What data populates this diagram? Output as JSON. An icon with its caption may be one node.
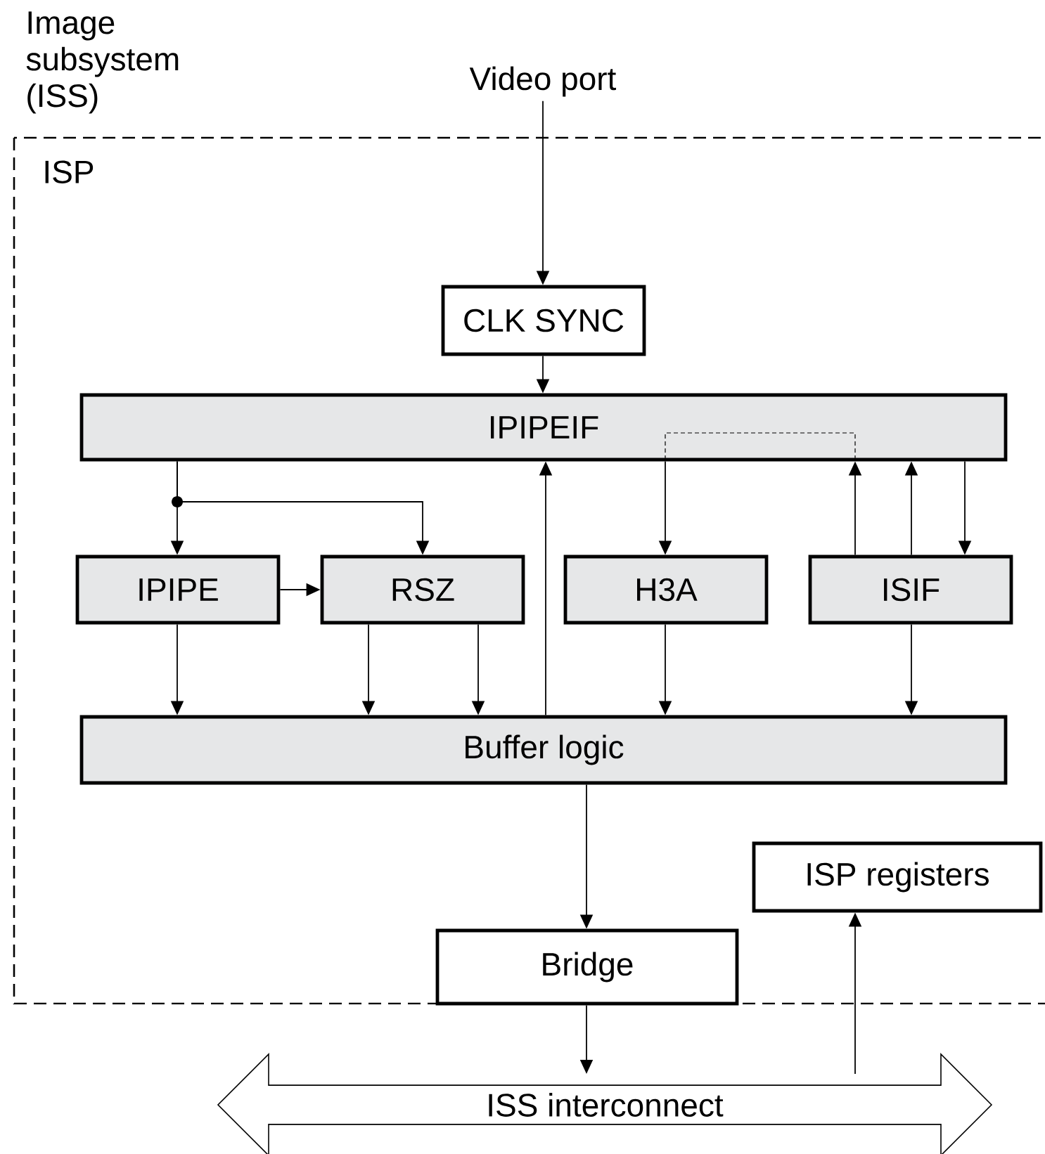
{
  "diagram": {
    "nodes": [
      {
        "text": [
          "ISP"
        ]
      },
      {
        "text": [
          "Video port"
        ]
      },
      {
        "text": [
          "CLK SYNC"
        ],
        "in": 0
      },
      {
        "text": [
          "IPIPEIF"
        ],
        "in": 0
      },
      {
        "text": [
          "IPIPE"
        ],
        "in": 0
      },
      {
        "text": [
          "RSZ"
        ],
        "in": 0
      },
      {
        "text": [
          "H3A"
        ],
        "in": 0
      },
      {
        "text": [
          "ISIF"
        ],
        "in": 0
      },
      {
        "text": [
          "Buffer logic"
        ],
        "in": 0
      },
      {
        "text": [
          "ISP registers"
        ],
        "in": 0
      },
      {
        "text": [
          "Bridge"
        ],
        "in": 0
      },
      {
        "text": [
          "ISS interconnect"
        ]
      }
    ],
    "edges": [
      {
        "from": 1,
        "to": 2,
        "arrow": "to"
      },
      {
        "from": 2,
        "to": 3,
        "arrow": "to"
      },
      {
        "from": 3,
        "to": 4,
        "arrow": "to"
      },
      {
        "from": 3,
        "to": 5,
        "arrow": "to"
      },
      {
        "from": 4,
        "to": 5,
        "arrow": "to"
      },
      {
        "from": 4,
        "to": 8,
        "arrow": "to"
      },
      {
        "from": 5,
        "to": 8,
        "arrow": "to"
      },
      {
        "from": 5,
        "to": 8,
        "arrow": "to"
      },
      {
        "from": 8,
        "to": 3,
        "arrow": "to"
      },
      {
        "from": 3,
        "to": 6,
        "arrow": "to"
      },
      {
        "from": 7,
        "to": 3,
        "arrow": "to"
      },
      {
        "from": 7,
        "to": 3,
        "arrow": "to"
      },
      {
        "from": 3,
        "to": 7,
        "arrow": "to"
      },
      {
        "from": 6,
        "to": 8,
        "arrow": "to"
      },
      {
        "from": 7,
        "to": 8,
        "arrow": "to"
      },
      {
        "from": 8,
        "to": 10,
        "arrow": "to"
      },
      {
        "from": 10,
        "to": 11,
        "arrow": "to"
      },
      {
        "from": 11,
        "to": 9,
        "arrow": "to"
      }
    ],
    "labels": [
      "Image subsystem (ISS)"
    ]
  }
}
